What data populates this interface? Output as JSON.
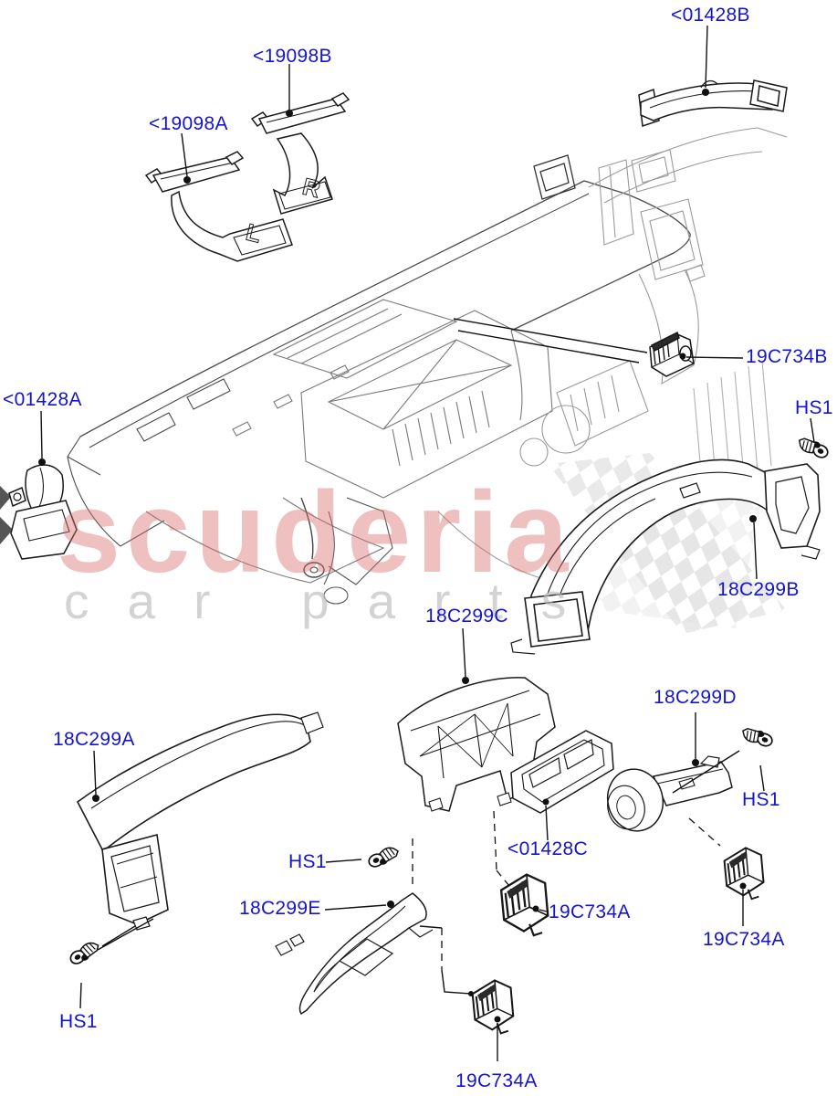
{
  "watermark": {
    "brand": "scuderia",
    "word_car": "car",
    "word_parts": "parts"
  },
  "colors": {
    "label_blue": "#1414cc",
    "part_line": "#1a1a1a",
    "panel_line": "#7a7a7a",
    "secondary_line": "#9a9a9a",
    "watermark_brand": "#d96b6b",
    "watermark_words": "#cfcfcf",
    "flag_checker": "#e2e2e2"
  },
  "labels": [
    {
      "id": "19098A",
      "text": "<19098A"
    },
    {
      "id": "19098B",
      "text": "<19098B"
    },
    {
      "id": "01428B",
      "text": "<01428B"
    },
    {
      "id": "19C734B",
      "text": "19C734B"
    },
    {
      "id": "01428A",
      "text": "<01428A"
    },
    {
      "id": "HS1-top-right",
      "text": "HS1"
    },
    {
      "id": "18C299B",
      "text": "18C299B"
    },
    {
      "id": "18C299C",
      "text": "18C299C"
    },
    {
      "id": "18C299D",
      "text": "18C299D"
    },
    {
      "id": "HS1-right",
      "text": "HS1"
    },
    {
      "id": "18C299A",
      "text": "18C299A"
    },
    {
      "id": "HS1-middle",
      "text": "HS1"
    },
    {
      "id": "01428C",
      "text": "<01428C"
    },
    {
      "id": "19C734A-middle",
      "text": "19C734A"
    },
    {
      "id": "19C734A-right",
      "text": "19C734A"
    },
    {
      "id": "18C299E",
      "text": "18C299E"
    },
    {
      "id": "HS1-bottom-left",
      "text": "HS1"
    },
    {
      "id": "19C734A-bottom",
      "text": "19C734A"
    }
  ]
}
